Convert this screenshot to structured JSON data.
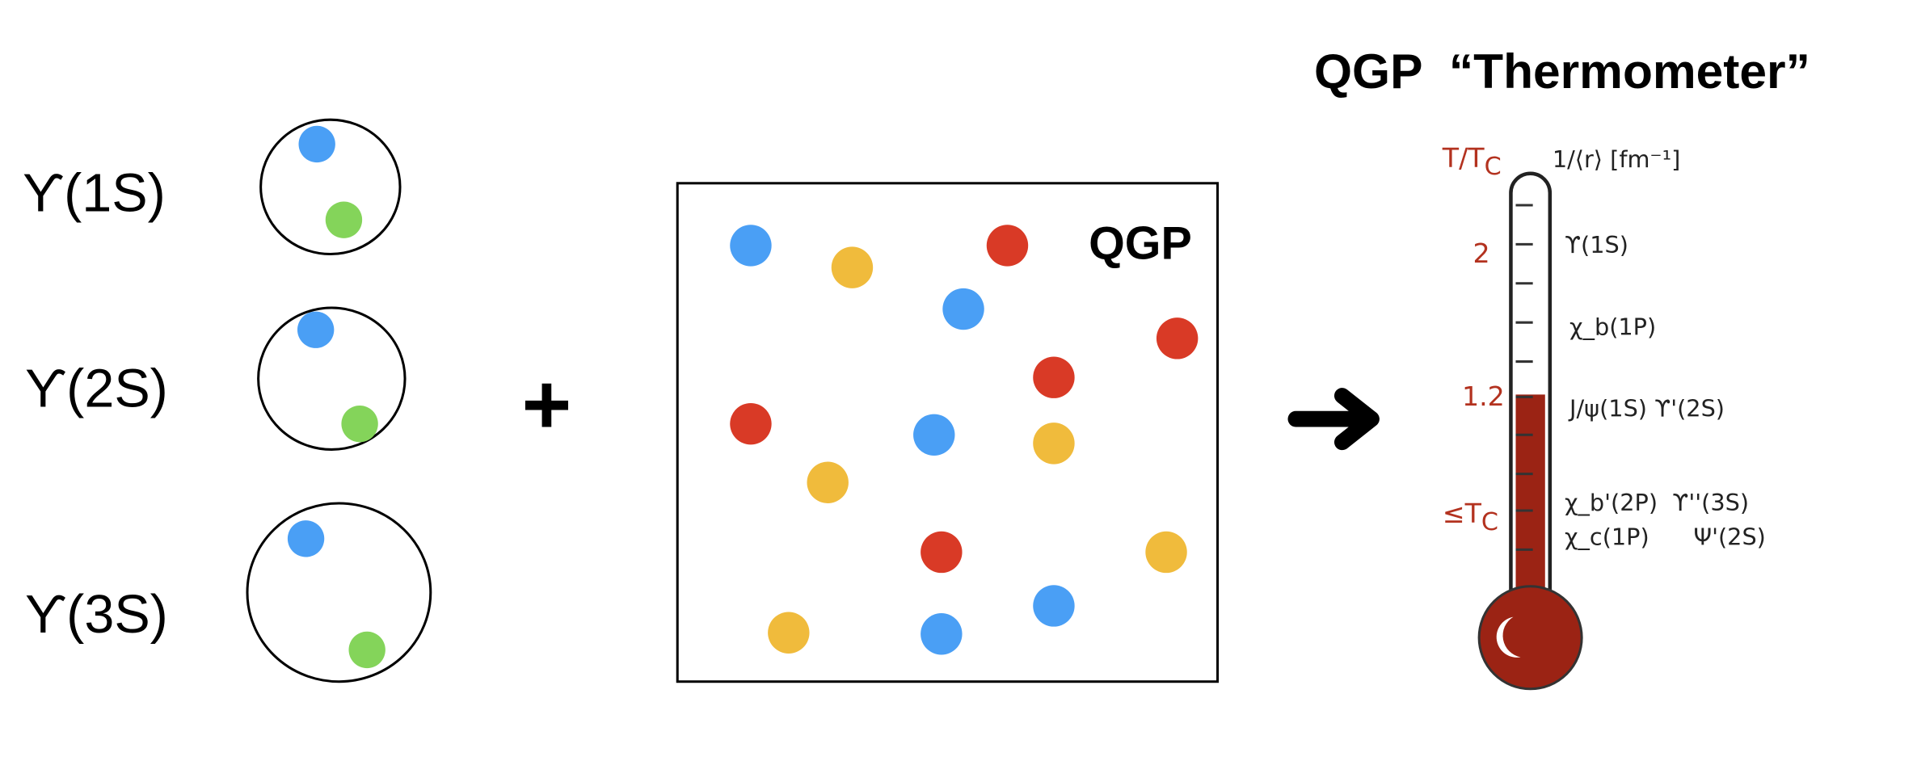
{
  "states": [
    {
      "label": "ϒ(1S)"
    },
    {
      "label": "ϒ(2S)"
    },
    {
      "label": "ϒ(3S)"
    }
  ],
  "plus": "+",
  "qgp_label": "QGP",
  "arrow": "➜",
  "thermometer": {
    "title": "QGP  “Thermometer”",
    "left_header": "T/T",
    "left_header_sub": "C",
    "right_header": "1/⟨r⟩ [fm⁻¹]",
    "temp_labels": {
      "two": "2",
      "one_two": "1.2",
      "tc": "≤T",
      "tc_sub": "C"
    },
    "fill_level_T_over_Tc": 1.2,
    "states": {
      "r1": "ϒ(1S)",
      "r2": "χ_b(1P)",
      "r3": "J/ψ(1S) ϒ'(2S)",
      "r4": "χ_b'(2P)  ϒ''(3S)",
      "r5": "χ_c(1P)      Ψ'(2S)"
    }
  },
  "colors": {
    "quark_blue": "#4a9ff5",
    "antiquark_green": "#84d45a",
    "red": "#d93a26",
    "yellow": "#f0bb3c",
    "mercury": "#9b2314"
  }
}
